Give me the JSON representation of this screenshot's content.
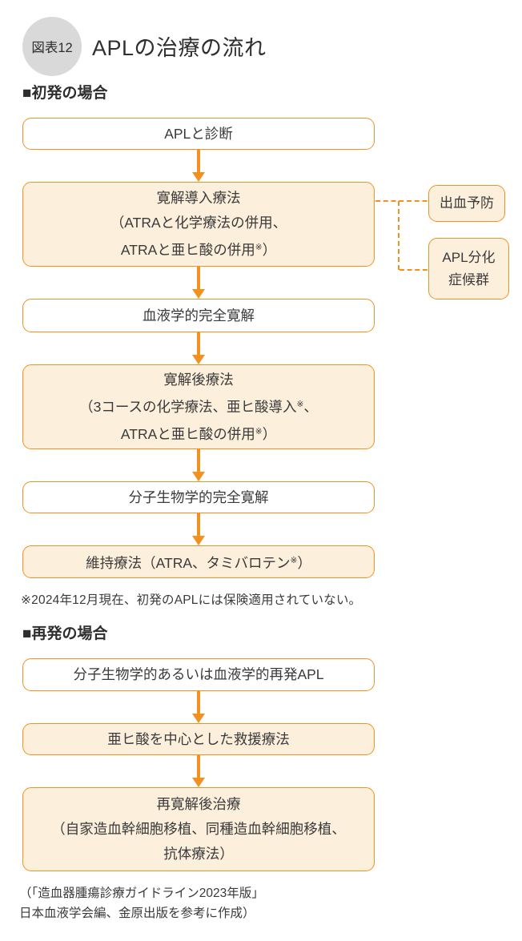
{
  "colors": {
    "accent": "#F29120",
    "box-fill": "#FCEFDB",
    "badge-fill": "#D9D9D9"
  },
  "header": {
    "badge_label": "図表12",
    "title": "APLの治療の流れ"
  },
  "initial": {
    "heading": "■初発の場合",
    "diagnosis": "APLと診断",
    "induction": [
      [
        "寛解導入療法"
      ],
      [
        "（ATRAと化学療法の併用、"
      ],
      [
        "ATRAと亜ヒ酸の併用",
        "※",
        "）"
      ]
    ],
    "side": {
      "bleeding": "出血予防",
      "differentiation": [
        "APL分化",
        "症候群"
      ]
    },
    "hematologic_cr": "血液学的完全寛解",
    "consolidation": [
      [
        "寛解後療法"
      ],
      [
        "（3コースの化学療法、亜ヒ酸導入",
        "※",
        "、"
      ],
      [
        "ATRAと亜ヒ酸の併用",
        "※",
        "）"
      ]
    ],
    "molecular_cr": "分子生物学的完全寛解",
    "maintenance": [
      [
        "維持療法（ATRA、タミバロテン",
        "※",
        "）"
      ]
    ]
  },
  "footnote": "※2024年12月現在、初発のAPLには保険適用されていない。",
  "relapse": {
    "heading": "■再発の場合",
    "relapse_apl": "分子生物学的あるいは血液学的再発APL",
    "salvage": "亜ヒ酸を中心とした救援療法",
    "re_consolidation": [
      [
        "再寛解後治療"
      ],
      [
        "（自家造血幹細胞移植、同種造血幹細胞移植、"
      ],
      [
        "抗体療法）"
      ]
    ]
  },
  "source": [
    "（「造血器腫瘍診療ガイドライン2023年版」",
    "日本血液学会編、金原出版を参考に作成）"
  ]
}
